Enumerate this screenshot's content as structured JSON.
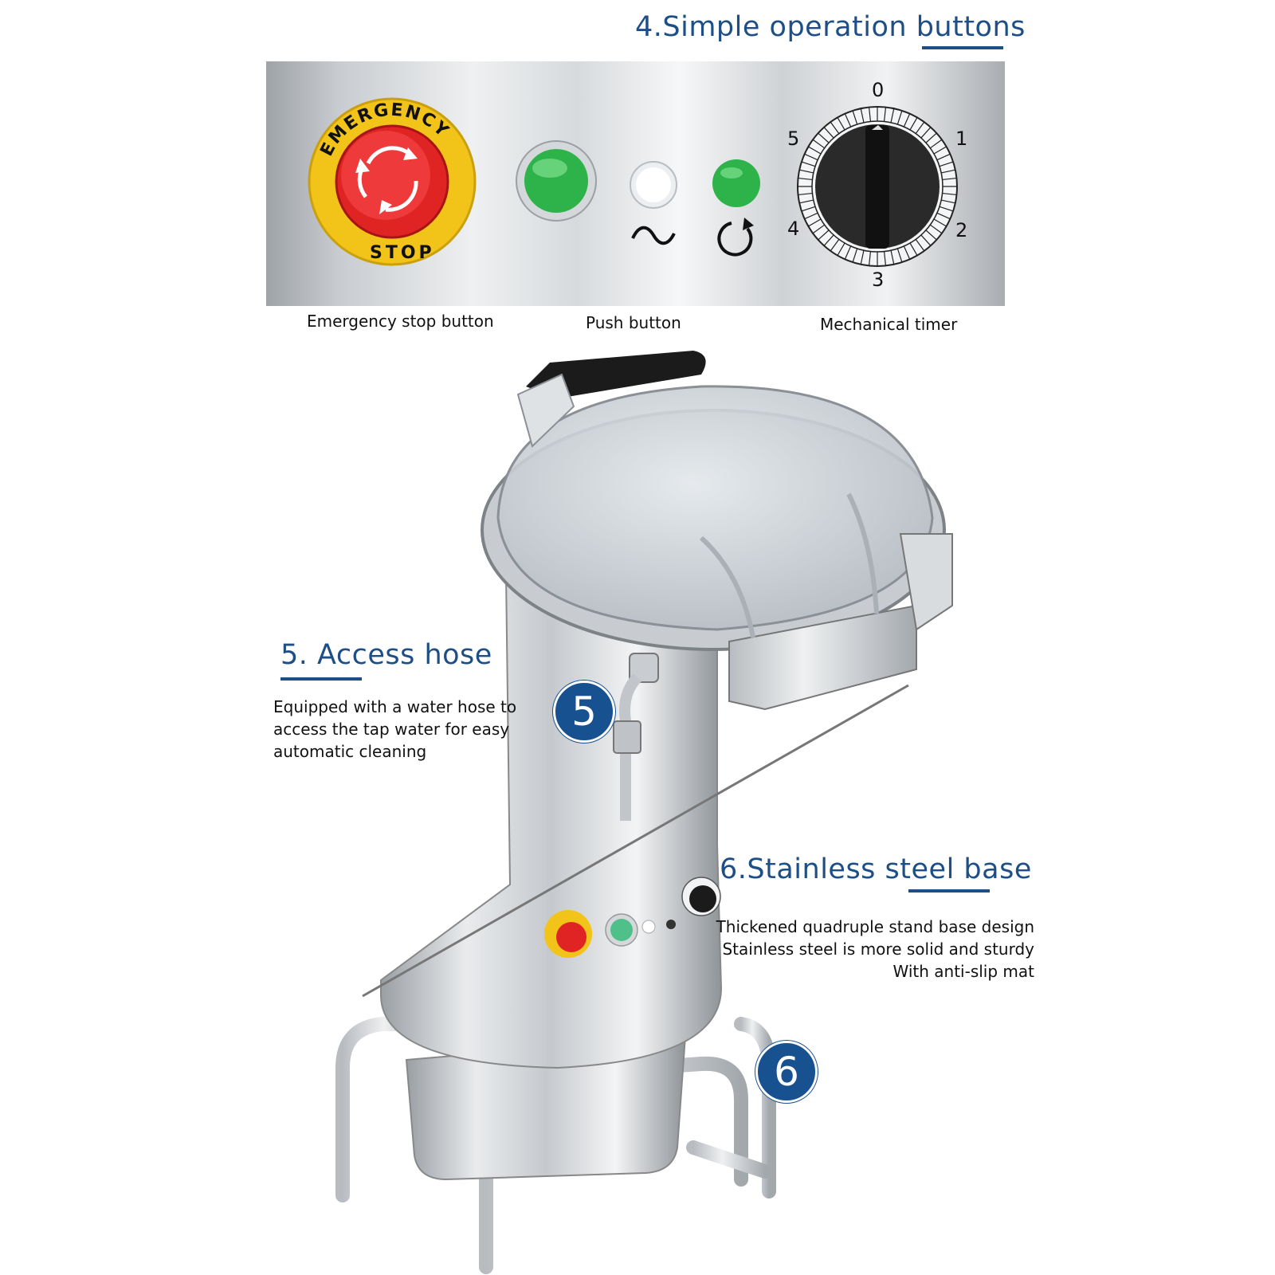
{
  "section4": {
    "title": "4.Simple operation buttons",
    "captions": {
      "emergency": "Emergency stop button",
      "push": "Push button",
      "timer": "Mechanical timer"
    },
    "emergency_ring_top": "EMERGENCY",
    "emergency_ring_bottom": "STOP",
    "timer_numbers": [
      "0",
      "1",
      "2",
      "3",
      "4",
      "5"
    ]
  },
  "section5": {
    "title": "5. Access hose",
    "badge": "5",
    "lines": [
      "Equipped with a water hose to",
      "access the tap water for easy",
      "automatic cleaning"
    ]
  },
  "section6": {
    "title": "6.Stainless steel base",
    "badge": "6",
    "lines": [
      "Thickened quadruple stand base design",
      "Stainless steel is more solid and sturdy",
      "With anti-slip mat"
    ]
  },
  "colors": {
    "accent": "#1d4f86",
    "badge": "#17518f",
    "emergency_red": "#e02424",
    "emergency_yellow": "#f2c318",
    "button_green": "#2db34a"
  },
  "icons": [
    "emergency-stop-icon",
    "ac-power-icon",
    "rotate-icon",
    "timer-knob-icon"
  ]
}
